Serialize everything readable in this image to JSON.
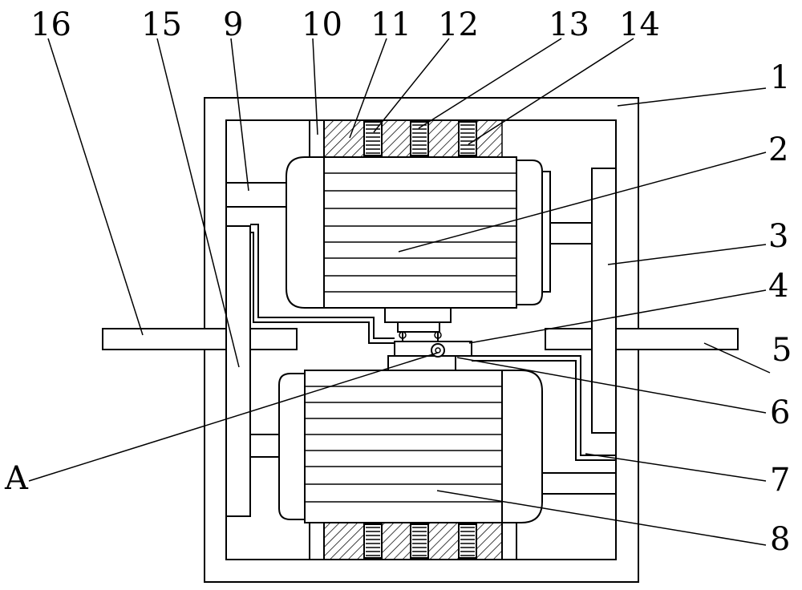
{
  "labels": {
    "l16": "16",
    "l15": "15",
    "l9": "9",
    "l10": "10",
    "l11": "11",
    "l12": "12",
    "l13": "13",
    "l14": "14",
    "l1": "1",
    "l2": "2",
    "l3": "3",
    "l4": "4",
    "l5": "5",
    "l6": "6",
    "l7": "7",
    "l8": "8",
    "lA": "A"
  }
}
